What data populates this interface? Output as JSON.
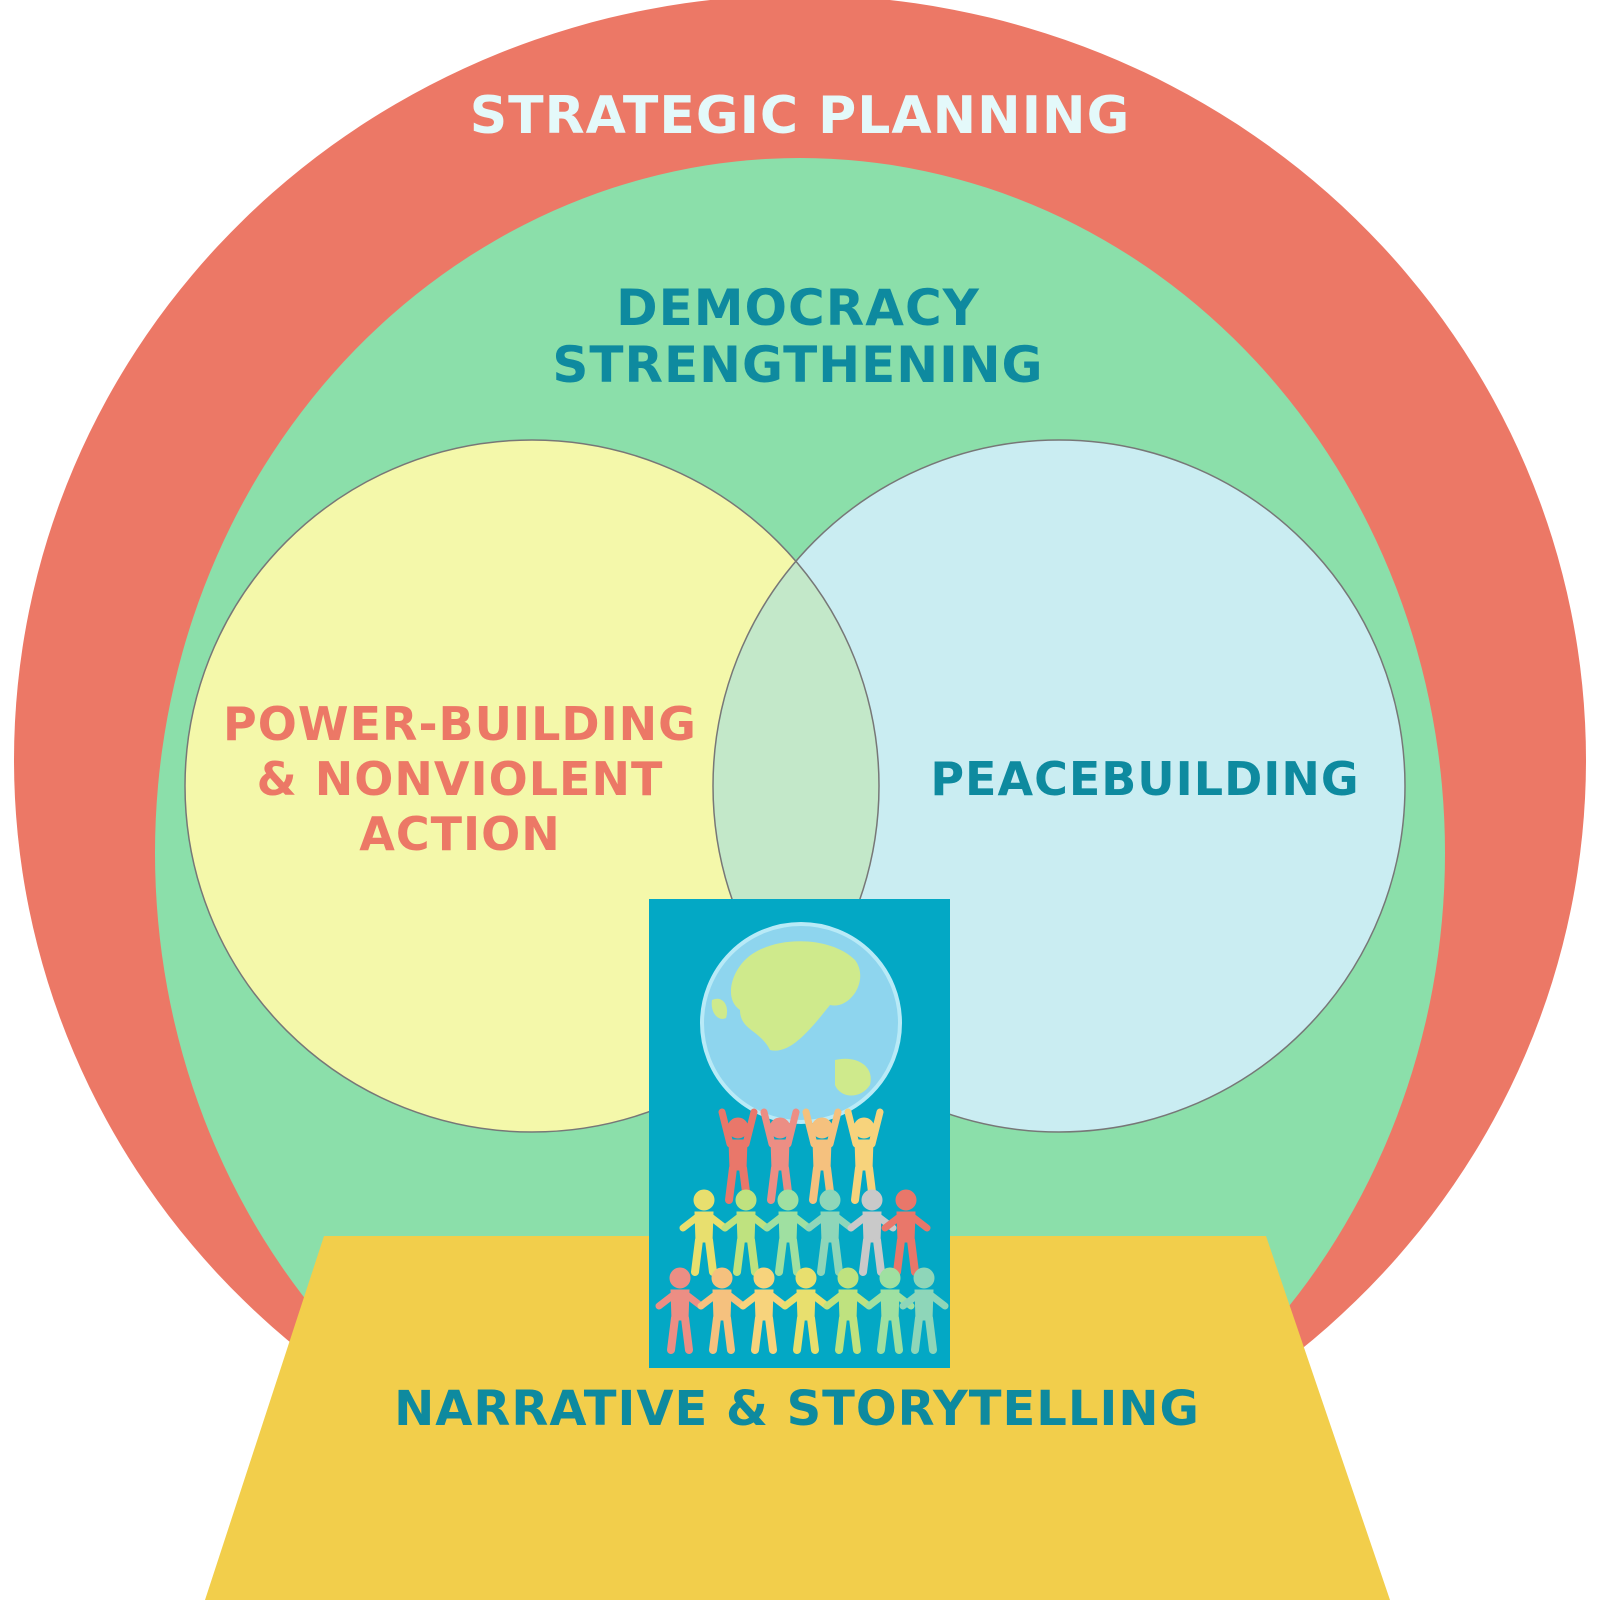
{
  "colors": {
    "outer_ring": "#EC7866",
    "democracy": "#8BDFAA",
    "power_circle": "#F4F8AA",
    "peace_circle": "#CAEDF2",
    "overlap": "#C3E8C9",
    "circle_stroke": "#777777",
    "pedestal": "#F2CE4B",
    "image_bg": "#03A8C5",
    "label_light": "#E4F9FA",
    "label_teal": "#0E8A9F",
    "label_coral": "#EC7866"
  },
  "labels": {
    "strategic_planning": "STRATEGIC PLANNING",
    "democracy_line1": "DEMOCRACY",
    "democracy_line2": "STRENGTHENING",
    "power_line1": "POWER-BUILDING",
    "power_line2": "& NONVIOLENT",
    "power_line3": "ACTION",
    "peacebuilding": "PEACEBUILDING",
    "narrative": "NARRATIVE & STORYTELLING"
  },
  "illustration": {
    "icon": "globe-held-by-people-icon",
    "people_colors": [
      "#E9776A",
      "#EC8E84",
      "#F5C17E",
      "#F7D37C",
      "#E8DF6E",
      "#BFE27F",
      "#9FE0A1",
      "#8ED6B9",
      "#C9C9C9"
    ]
  }
}
